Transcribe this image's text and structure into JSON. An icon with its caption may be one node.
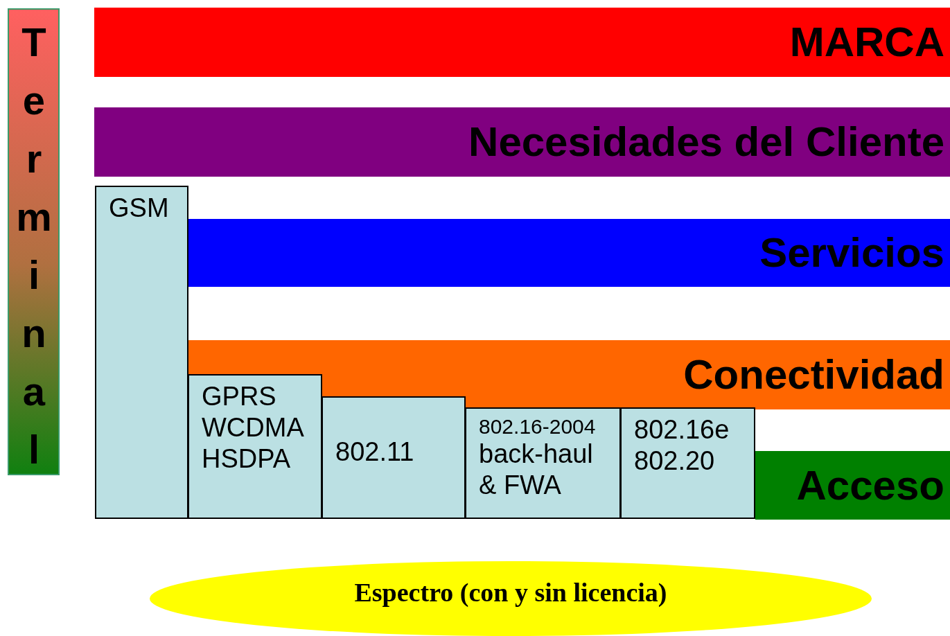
{
  "diagram": {
    "nodes": [
      {
        "text": [
          "Terminal"
        ]
      },
      {
        "text": [
          "MARCA"
        ]
      },
      {
        "text": [
          "Necesidades del Cliente"
        ]
      },
      {
        "text": [
          "Servicios"
        ]
      },
      {
        "text": [
          "Conectividad"
        ]
      },
      {
        "text": [
          "Acceso"
        ]
      },
      {
        "text": [
          "GSM"
        ]
      },
      {
        "text": [
          "GPRS WCDMA HSDPA"
        ]
      },
      {
        "text": [
          "802.11"
        ]
      },
      {
        "text": [
          "802.16-2004",
          "back-haul & FWA"
        ]
      },
      {
        "text": [
          "802.16e 802.20"
        ]
      },
      {
        "text": [
          "Espectro (con y sin licencia)"
        ]
      }
    ]
  }
}
